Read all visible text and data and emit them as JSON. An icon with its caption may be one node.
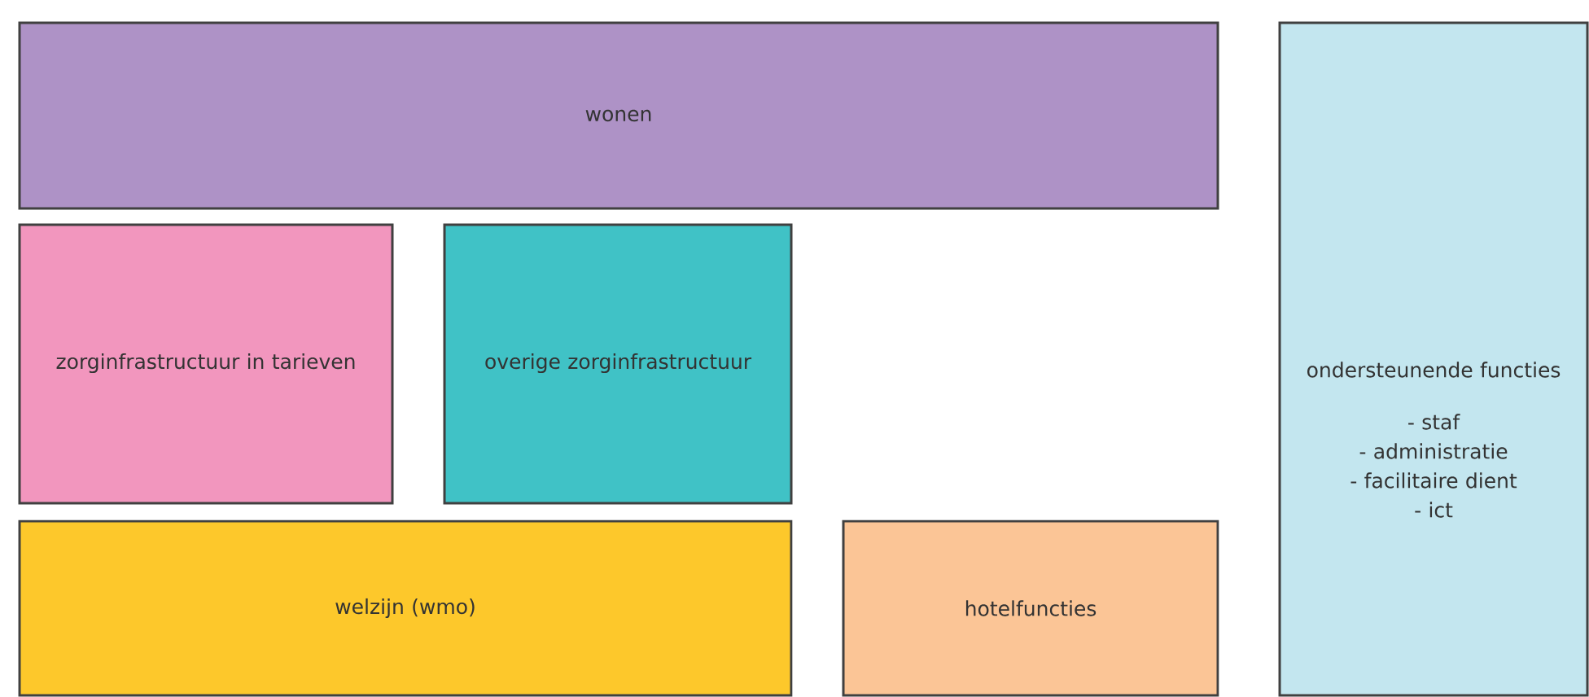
{
  "diagram": {
    "nodes": [
      {
        "text": [
          "wonen"
        ]
      },
      {
        "text": [
          "zorginfrastructuur in tarieven"
        ]
      },
      {
        "text": [
          "overige zorginfrastructuur"
        ]
      },
      {
        "text": [
          "welzijn (wmo)"
        ]
      },
      {
        "text": [
          "hotelfuncties"
        ]
      },
      {
        "text": [
          "ondersteunende functies",
          "- staf",
          "- administratie",
          "- facilitaire dient",
          "- ict"
        ]
      }
    ]
  }
}
